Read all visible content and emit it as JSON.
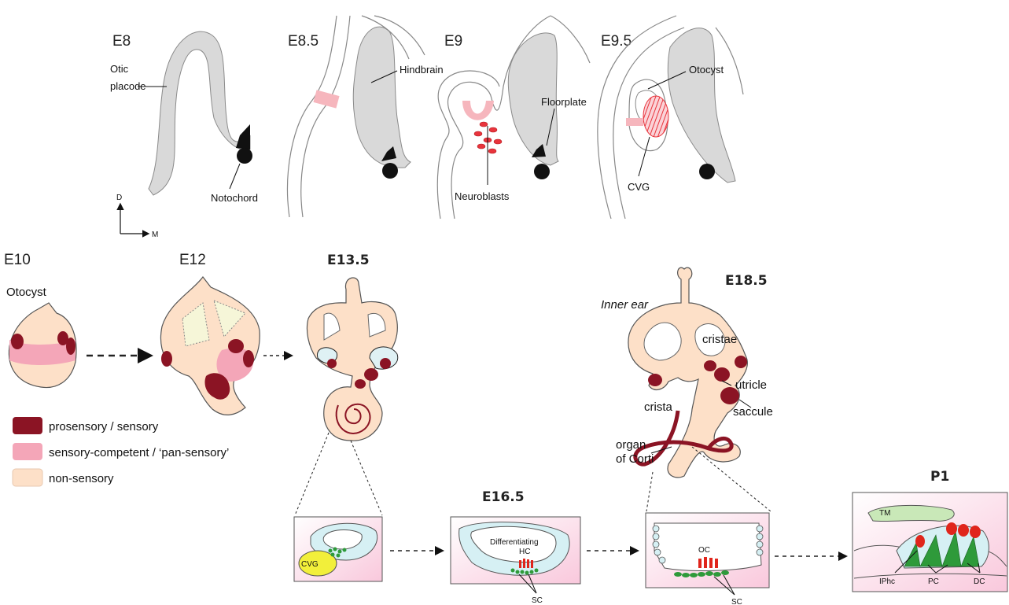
{
  "stages": {
    "e8": "E8",
    "e8_5": "E8.5",
    "e9": "E9",
    "e9_5": "E9.5",
    "e10": "E10",
    "e12": "E12",
    "e13_5": "E13.5",
    "e16_5": "E16.5",
    "e18_5": "E18.5",
    "p1": "P1"
  },
  "labels": {
    "otic": "Otic",
    "placode": "placode",
    "hindbrain": "Hindbrain",
    "floorplate": "Floorplate",
    "otocyst_top": "Otocyst",
    "notochord": "Notochord",
    "neuroblasts": "Neuroblasts",
    "cvg": "CVG",
    "axis_d": "D",
    "axis_m": "M",
    "otocyst": "Otocyst",
    "inner_ear": "Inner ear",
    "cristae": "cristae",
    "crista": "crista",
    "utricle": "utricle",
    "saccule": "saccule",
    "organ_of": "organ",
    "of_corti": "of Corti",
    "cvg_small": "CVG",
    "differentiating": "Differentiating",
    "hc": "HC",
    "sc_1": "SC",
    "oc": "OC",
    "sc_2": "SC",
    "tm": "TM",
    "iphc": "IPhc",
    "pc": "PC",
    "dc": "DC"
  },
  "legend": [
    {
      "label": "prosensory / sensory",
      "color": "#8b1424"
    },
    {
      "label": "sensory-competent / ‘pan-sensory’",
      "color": "#f4a6b8"
    },
    {
      "label": "non-sensory",
      "color": "#fde0c8"
    }
  ],
  "colors": {
    "neural_gray": "#d9d9d9",
    "prosensory": "#8b1424",
    "pan_sensory": "#f4a6b8",
    "non_sensory": "#fde0c8",
    "hair_cell_red": "#e0251b",
    "support_green": "#2e9a3a",
    "cvg_yellow": "#f2ef3a"
  }
}
